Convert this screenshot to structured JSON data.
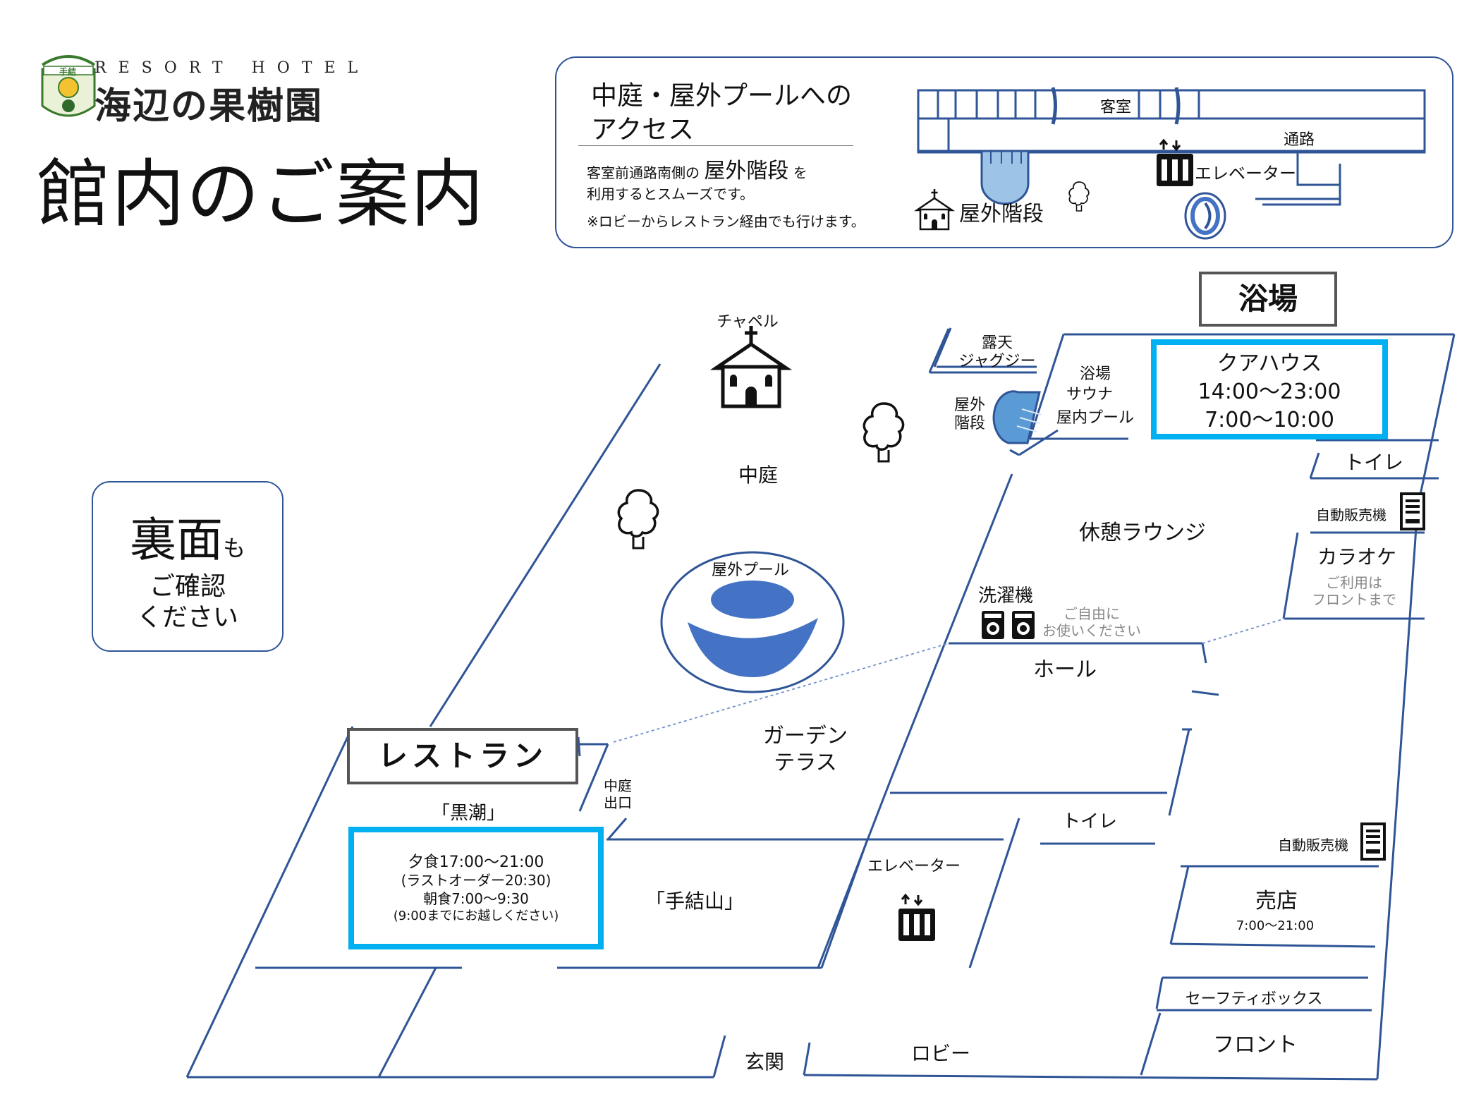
{
  "logo": {
    "emblem_text": "手結",
    "resort": "RESORT HOTEL",
    "name": "海辺の果樹園"
  },
  "page_title": "館内のご案内",
  "access": {
    "title": "中庭・屋外プールへのアクセス",
    "desc_pre": "客室前通路南側の",
    "desc_big": "屋外階段",
    "desc_post": "を",
    "desc_line2": "利用するとスムーズです。",
    "note": "※ロビーからレストラン経由でも行けます。",
    "map": {
      "guest_room": "客室",
      "corridor": "通路",
      "elevator": "エレベーター",
      "outdoor_stairs": "屋外階段"
    }
  },
  "back_note": {
    "big": "裏面",
    "small": "も",
    "line2": "ご確認",
    "line3": "ください"
  },
  "bath": {
    "header": "浴場",
    "name": "クアハウス",
    "hours_pm": "14:00〜23:00",
    "hours_am": "7:00〜10:00",
    "jacuzzi_1": "露天",
    "jacuzzi_2": "ジャグジー",
    "facility_1": "浴場",
    "facility_2": "サウナ",
    "facility_3": "屋内プール",
    "stairs_1": "屋外",
    "stairs_2": "階段"
  },
  "map": {
    "chapel": "チャペル",
    "courtyard": "中庭",
    "outdoor_pool": "屋外プール",
    "toilet_top": "トイレ",
    "lounge": "休憩ラウンジ",
    "vending_top": "自動販売機",
    "karaoke": "カラオケ",
    "karaoke_note_1": "ご利用は",
    "karaoke_note_2": "フロントまで",
    "laundry": "洗濯機",
    "laundry_note_1": "ご自由に",
    "laundry_note_2": "お使いください",
    "hall": "ホール",
    "garden_1": "ガーデン",
    "garden_2": "テラス",
    "courtyard_exit_1": "中庭",
    "courtyard_exit_2": "出口",
    "toilet_mid": "トイレ",
    "vending_bottom": "自動販売機",
    "elevator": "エレベーター",
    "teyui_room": "「手結山」",
    "shop": "売店",
    "shop_hours": "7:00〜21:00",
    "safety_box": "セーフティボックス",
    "front": "フロント",
    "entrance": "玄関",
    "lobby": "ロビー"
  },
  "restaurant": {
    "header": "レストラン",
    "name": "「黒潮」",
    "dinner": "夕食17:00〜21:00",
    "last_order": "(ラストオーダー20:30)",
    "breakfast": "朝食7:00〜9:30",
    "breakfast_note": "(9:00までにお越しください)"
  },
  "colors": {
    "line_blue": "#2f5597",
    "pool_blue": "#4472c4",
    "stairs_blue": "#5b9bd5",
    "highlight": "#00b0f0",
    "header_border": "#555555"
  }
}
